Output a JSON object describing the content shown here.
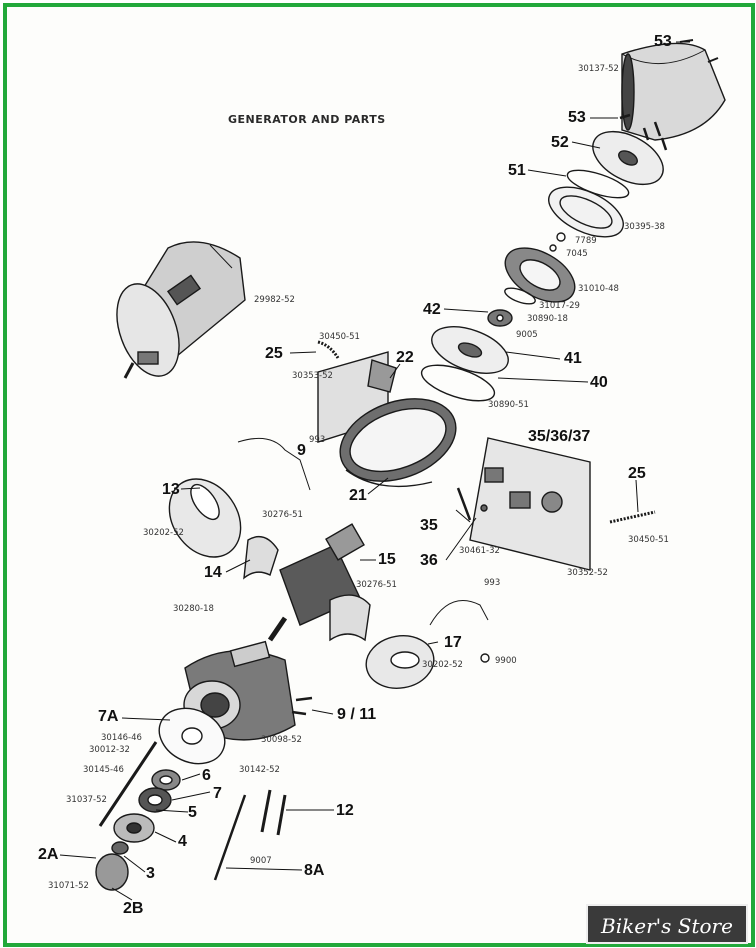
{
  "diagram_title": "GENERATOR AND PARTS",
  "part_labels": [
    "53",
    "53",
    "52",
    "51",
    "42",
    "41",
    "40",
    "25",
    "22",
    "9",
    "13",
    "21",
    "35/36/37",
    "25",
    "35",
    "36",
    "14",
    "15",
    "17",
    "7A",
    "9 / 11",
    "6",
    "7",
    "5",
    "4",
    "12",
    "2A",
    "3",
    "8A",
    "2B"
  ],
  "part_numbers": [
    "30137-52",
    "30395-38",
    "7789",
    "7045",
    "31010-48",
    "31017-29",
    "30890-18",
    "9005",
    "30890-51",
    "29982-52",
    "30450-51",
    "30353-52",
    "993",
    "30202-52",
    "30276-51",
    "30461-32",
    "30352-52",
    "30450-51",
    "30276-51",
    "30280-18",
    "993",
    "30202-52",
    "9900",
    "30098-52",
    "30146-46",
    "30012-32",
    "30145-46",
    "30142-52",
    "31037-52",
    "9007",
    "31071-52"
  ],
  "watermark_text": "Biker's Store",
  "colors": {
    "frame": "#22a83a",
    "ink": "#111111",
    "watermark_bg": "#3a3a3a"
  }
}
